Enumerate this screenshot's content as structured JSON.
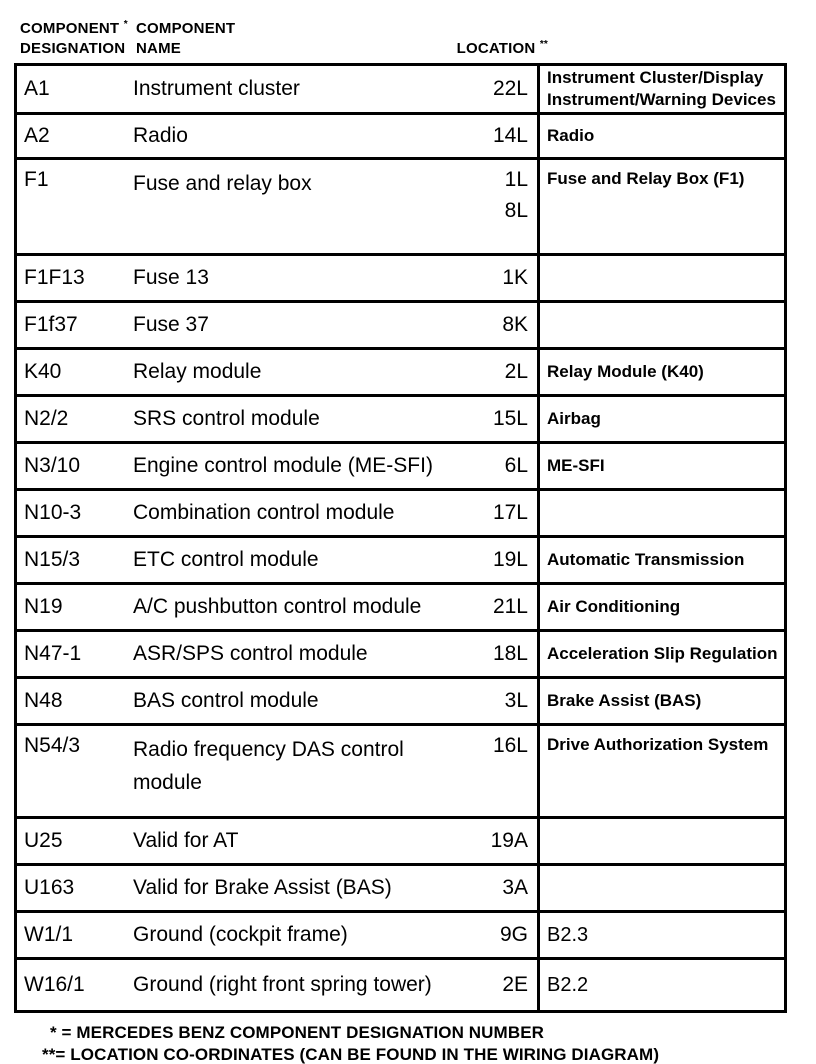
{
  "header": {
    "col1": {
      "line1": "COMPONENT",
      "sup1": "*",
      "line2": "DESIGNATION"
    },
    "col2": {
      "line1": "COMPONENT",
      "line2": "NAME"
    },
    "col3": {
      "label": "LOCATION",
      "sup": "**"
    }
  },
  "table": {
    "rows": [
      {
        "des": "A1",
        "name": "Instrument cluster",
        "loc": "22L",
        "note": "Instrument Cluster/Display Instrument/Warning Devices"
      },
      {
        "des": "A2",
        "name": "Radio",
        "loc": "14L",
        "note": "Radio"
      },
      {
        "des": "F1",
        "name": "Fuse and relay box",
        "loc": "1L",
        "loc2": "8L",
        "note": "Fuse and Relay Box (F1)"
      },
      {
        "des": "F1F13",
        "name": "Fuse 13",
        "loc": "1K",
        "note": ""
      },
      {
        "des": "F1f37",
        "name": "Fuse 37",
        "loc": "8K",
        "note": ""
      },
      {
        "des": "K40",
        "name": "Relay module",
        "loc": "2L",
        "note": "Relay Module (K40)"
      },
      {
        "des": "N2/2",
        "name": "SRS control module",
        "loc": "15L",
        "note": "Airbag"
      },
      {
        "des": "N3/10",
        "name": "Engine control module (ME-SFI)",
        "loc": "6L",
        "note": "ME-SFI"
      },
      {
        "des": "N10-3",
        "name": "Combination control module",
        "loc": "17L",
        "note": ""
      },
      {
        "des": "N15/3",
        "name": "ETC control module",
        "loc": "19L",
        "note": "Automatic Transmission"
      },
      {
        "des": "N19",
        "name": "A/C pushbutton control module",
        "loc": "21L",
        "note": "Air Conditioning"
      },
      {
        "des": "N47-1",
        "name": "ASR/SPS control module",
        "loc": "18L",
        "note": "Acceleration Slip Regulation"
      },
      {
        "des": "N48",
        "name": "BAS control module",
        "loc": "3L",
        "note": "Brake Assist  (BAS)"
      },
      {
        "des": "N54/3",
        "name": "Radio frequency DAS control module",
        "loc": "16L",
        "note": "Drive Authorization System"
      },
      {
        "des": "U25",
        "name": "Valid for AT",
        "loc": "19A",
        "note": ""
      },
      {
        "des": "U163",
        "name": "Valid for Brake Assist (BAS)",
        "loc": "3A",
        "note": ""
      },
      {
        "des": "W1/1",
        "name": "Ground (cockpit frame)",
        "loc": "9G",
        "note": "B2.3"
      },
      {
        "des": "W16/1",
        "name": "Ground (right front spring tower)",
        "loc": "2E",
        "note": "B2.2"
      }
    ]
  },
  "footnotes": [
    "* = MERCEDES BENZ COMPONENT DESIGNATION NUMBER",
    "**= LOCATION CO-ORDINATES (CAN BE FOUND IN THE WIRING DIAGRAM)"
  ]
}
